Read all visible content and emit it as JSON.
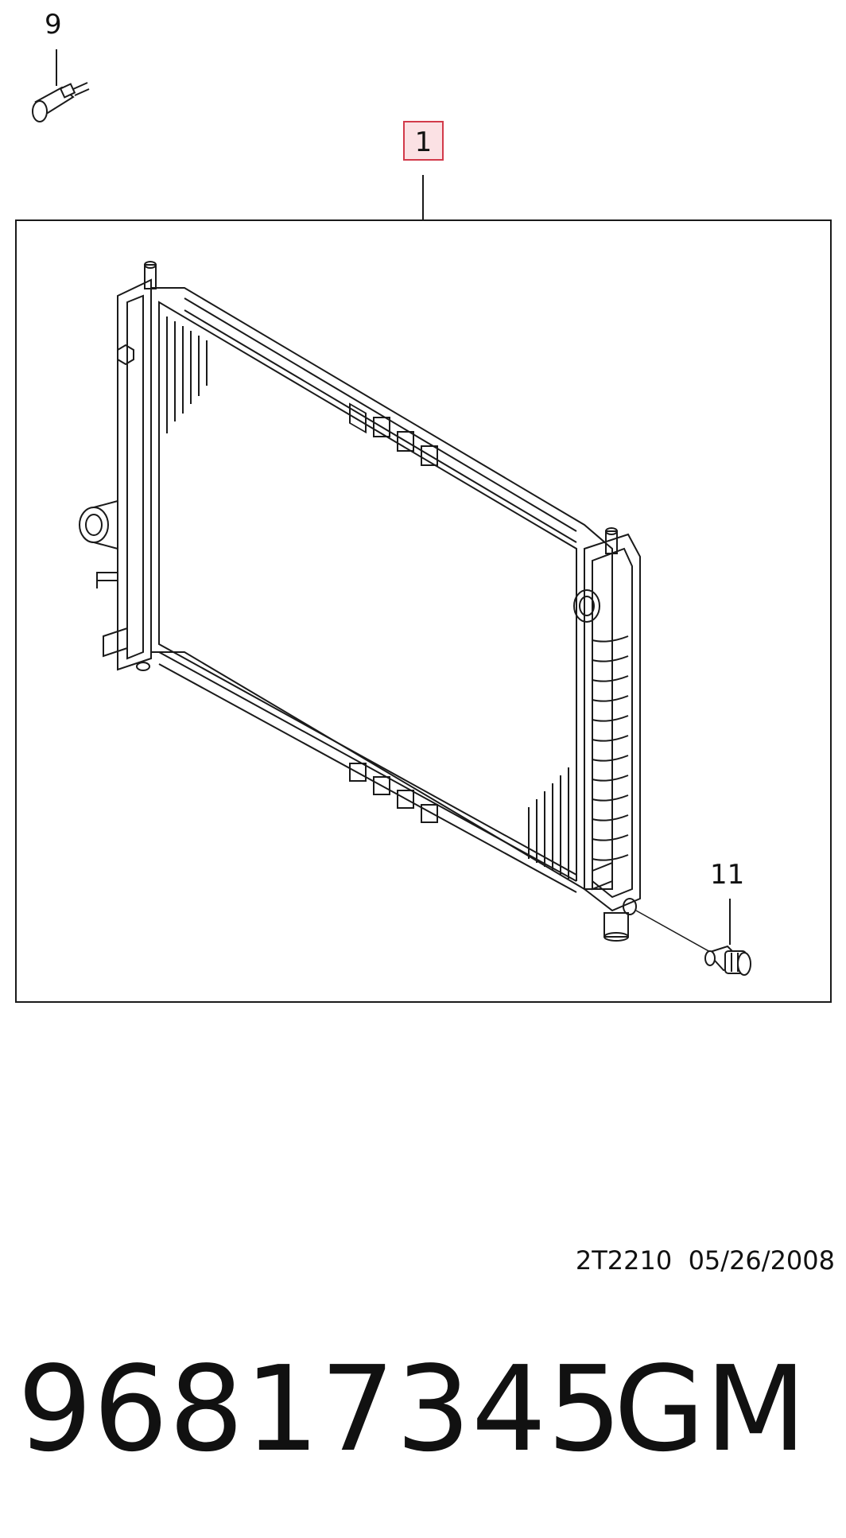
{
  "callouts": {
    "item_9": "9",
    "item_1": "1",
    "item_11": "11"
  },
  "footer": {
    "diagram_code": "2T2210  05/26/2008",
    "part_number": "96817345",
    "brand": "GM"
  },
  "icons": {
    "sensor": "coolant-temperature-sensor-icon",
    "radiator": "radiator-assembly-icon",
    "plug": "drain-plug-icon"
  },
  "colors": {
    "line": "#1a1a1a",
    "highlight_border": "#d23a4a",
    "highlight_fill": "#fbe1e4"
  }
}
